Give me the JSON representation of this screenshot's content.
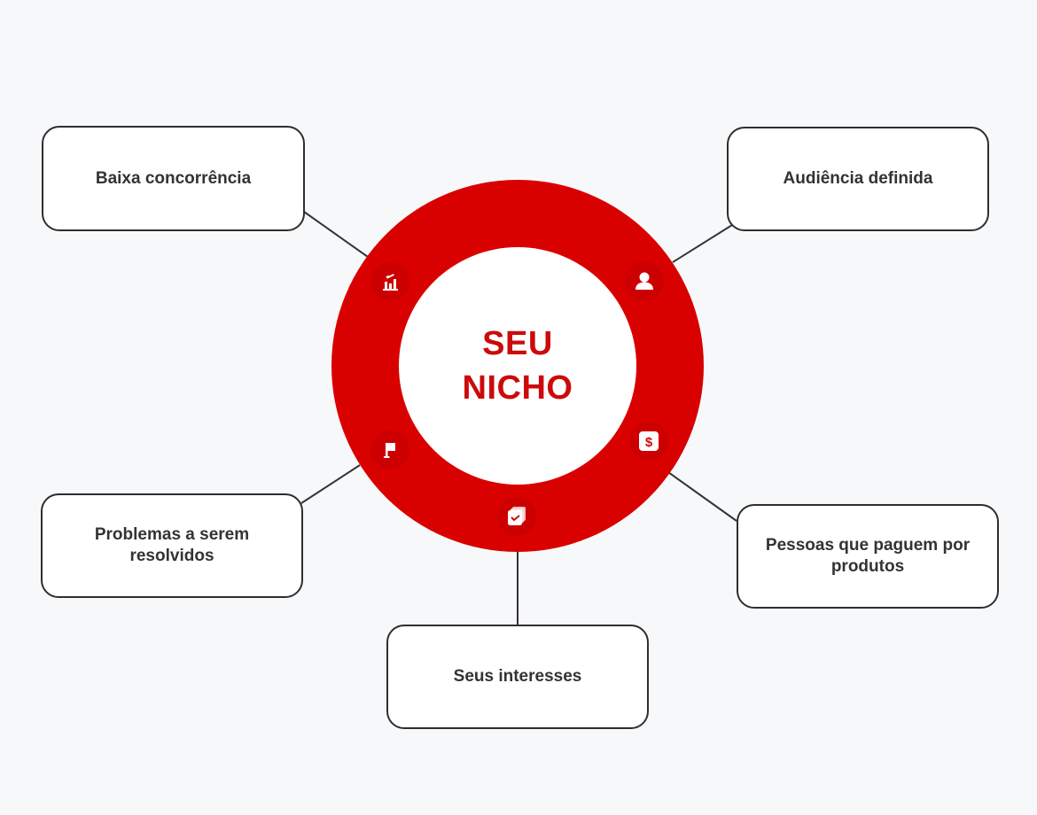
{
  "center": {
    "line1": "SEU",
    "line2": "NICHO"
  },
  "nodes": [
    {
      "id": "baixa-concorrencia",
      "label": "Baixa concorrência",
      "icon": "chart-down-icon"
    },
    {
      "id": "audiencia-definida",
      "label": "Audiência definida",
      "icon": "user-icon"
    },
    {
      "id": "pessoas-que-paguem",
      "label": "Pessoas que paguem por produtos",
      "icon": "dollar-icon"
    },
    {
      "id": "seus-interesses",
      "label": "Seus interesses",
      "icon": "checklist-icon"
    },
    {
      "id": "problemas-resolvidos",
      "label": "Problemas a serem resolvidos",
      "icon": "flag-icon"
    }
  ],
  "colors": {
    "ring": "#d90000",
    "center_text": "#cc0a0a",
    "box_border": "#2e2e2e",
    "text": "#333333",
    "background": "#f7f8fa"
  }
}
